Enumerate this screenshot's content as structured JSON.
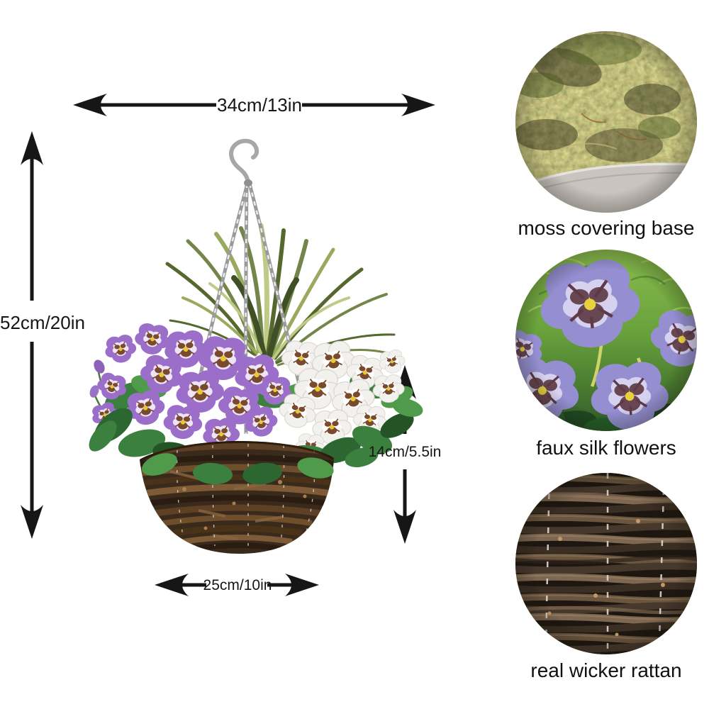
{
  "page": {
    "background": "#ffffff",
    "subject": "artificial pansy hanging basket with dimension annotations and three photo detail circles"
  },
  "dimensions": {
    "top": {
      "label": "34cm/13in"
    },
    "left": {
      "label": "52cm/20in"
    },
    "right": {
      "label": "14cm/5.5in"
    },
    "bottom": {
      "label": "25cm/10in"
    }
  },
  "details": {
    "moss": {
      "caption": "moss covering base"
    },
    "flowers": {
      "caption": "faux silk flowers"
    },
    "wicker": {
      "caption": "real wicker rattan"
    }
  },
  "colors": {
    "arrow": "#161616",
    "chain_silver": "#9a9a9a",
    "pansy_purple": "#9b6fc9",
    "pansy_white": "#f3f1ee",
    "pansy_blotch_brown": "#7a4a2e",
    "pansy_center_yellow": "#e9c832",
    "leaf_green": "#3c8040",
    "grass_olive": "#74854a",
    "basket_brown": "#3a2a1b",
    "moss_olive": "#6b6544",
    "wicker_dark": "#1e1711"
  }
}
